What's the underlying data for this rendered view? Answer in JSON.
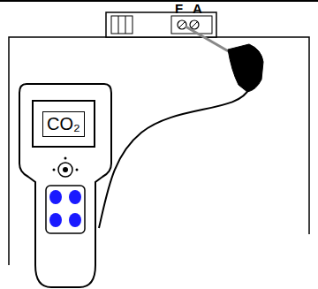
{
  "diagram": {
    "nodes": [
      {
        "text": [
          "CO₂"
        ]
      }
    ],
    "labels": [
      "F",
      "A"
    ]
  }
}
